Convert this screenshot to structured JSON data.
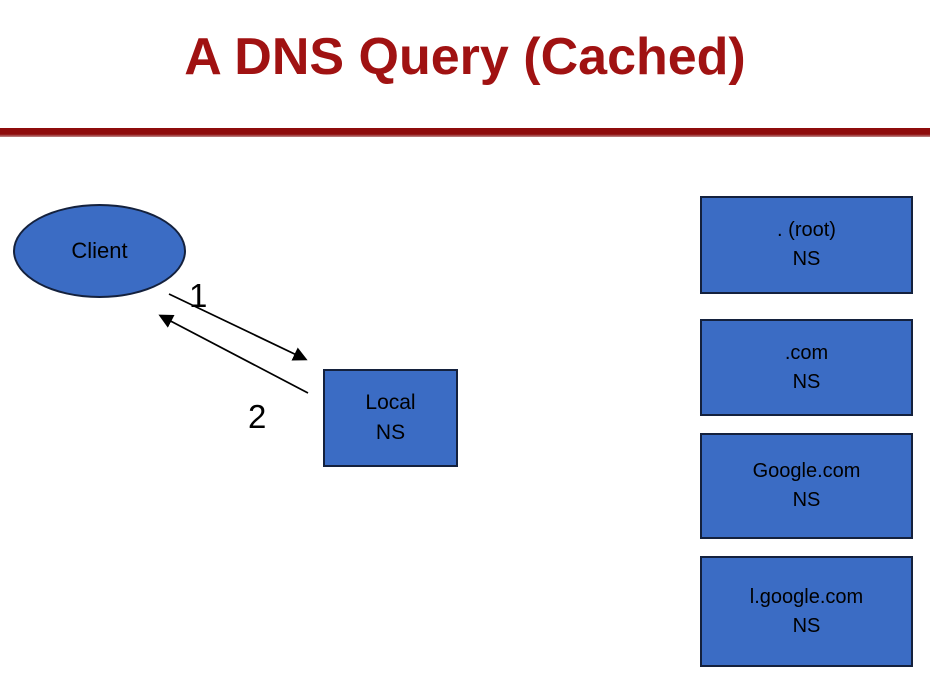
{
  "slide": {
    "title": "A DNS Query (Cached)"
  },
  "colors": {
    "title_red": "#A01212",
    "rule_red": "#8E0C0C",
    "shape_blue": "#3B6CC4",
    "shape_border": "#14213D",
    "text_black": "#000000",
    "background": "#FFFFFF"
  },
  "nodes": {
    "client": {
      "label": "Client",
      "shape": "ellipse"
    },
    "local_ns": {
      "line1": "Local",
      "line2": "NS",
      "shape": "rectangle"
    }
  },
  "ns_boxes": [
    {
      "line1": ". (root)",
      "line2": "NS"
    },
    {
      "line1": ".com",
      "line2": "NS"
    },
    {
      "line1": "Google.com",
      "line2": "NS"
    },
    {
      "line1": "l.google.com",
      "line2": "NS"
    }
  ],
  "arrows": [
    {
      "label": "1",
      "from": "client",
      "to": "local_ns"
    },
    {
      "label": "2",
      "from": "local_ns",
      "to": "client"
    }
  ]
}
